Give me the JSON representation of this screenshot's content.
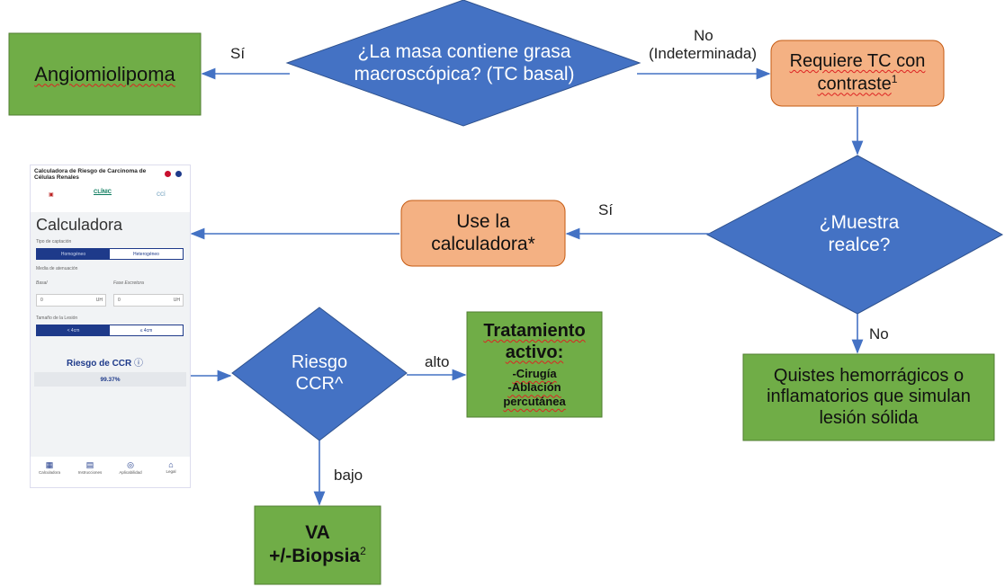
{
  "nodes": {
    "q_fat": "¿La masa contiene grasa macroscópica? (TC basal)",
    "angiomiolipoma": "Angiomiolipoma",
    "requiere_tc": "Requiere TC con contraste",
    "requiere_tc_sup": "1",
    "q_realce": "¿Muestra realce?",
    "use_calc": "Use la calculadora*",
    "quistes": "Quistes hemorrágicos o inflamatorios que simulan lesión sólida",
    "q_riesgo": "Riesgo CCR^",
    "tratamiento_title": "Tratamiento activo:",
    "tratamiento_items": [
      "-Cirugía",
      "-Ablación percutánea"
    ],
    "va": "VA",
    "biopsia": "+/-Biopsia",
    "biopsia_sup": "2"
  },
  "edges": {
    "si_1": "Sí",
    "no_indeterminada": "No",
    "indeterminada": "(Indeterminada)",
    "si_2": "Sí",
    "no_2": "No",
    "alto": "alto",
    "bajo": "bajo"
  },
  "app": {
    "title": "Calculadora de Riesgo de Carcinoma de Células Renales",
    "logo_clinic": "CLÍNIC",
    "logo_cci": "cci",
    "heading": "Calculadora",
    "tipo_captacion_label": "Tipo de captación",
    "option_homogeneo": "Homogéneo",
    "option_heterogeneo": "Heterogéneo",
    "media_label": "Media de atenuación",
    "basal_label": "Basal",
    "excretora_label": "Fase Excretora",
    "basal_value": "0",
    "excretora_value": "0",
    "unit": "UH",
    "tamano_label": "Tamaño de la Lesión",
    "option_lt4": "< 4cm",
    "option_gt4": "≤ 4cm",
    "risk_label": "Riesgo de CCR",
    "risk_value": "99.37%",
    "tabs": [
      "Calculadora",
      "Instrucciones",
      "Aplicabilidad",
      "Legal"
    ]
  },
  "colors": {
    "diamond": "#4472c4",
    "green_box": "#70ad47",
    "orange_box": "#f4b183",
    "arrow": "#4472c4"
  }
}
